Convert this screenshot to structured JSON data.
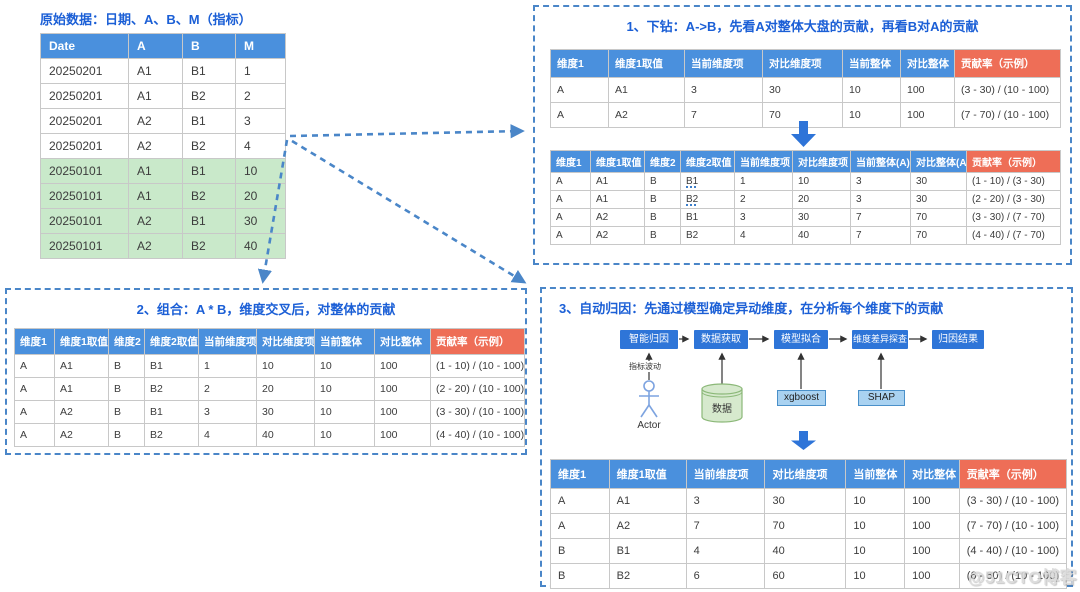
{
  "source": {
    "title": "原始数据：日期、A、B、M（指标）",
    "table": {
      "headers": [
        "Date",
        "A",
        "B",
        "M"
      ],
      "highlight_rows": [
        4,
        5,
        6,
        7
      ],
      "rows": [
        [
          "20250201",
          "A1",
          "B1",
          "1"
        ],
        [
          "20250201",
          "A1",
          "B2",
          "2"
        ],
        [
          "20250201",
          "A2",
          "B1",
          "3"
        ],
        [
          "20250201",
          "A2",
          "B2",
          "4"
        ],
        [
          "20250101",
          "A1",
          "B1",
          "10"
        ],
        [
          "20250101",
          "A1",
          "B2",
          "20"
        ],
        [
          "20250101",
          "A2",
          "B1",
          "30"
        ],
        [
          "20250101",
          "A2",
          "B2",
          "40"
        ]
      ]
    }
  },
  "section1": {
    "title": "1、下钻：A->B，先看A对整体大盘的贡献，再看B对A的贡献",
    "level1_table": {
      "headers": [
        "维度1",
        "维度1取值",
        "当前维度项",
        "对比维度项",
        "当前整体",
        "对比整体",
        "贡献率（示例）"
      ],
      "accent_cols": [
        6
      ],
      "rows": [
        [
          "A",
          "A1",
          "3",
          "30",
          "10",
          "100",
          "(3 - 30) / (10 - 100)"
        ],
        [
          "A",
          "A2",
          "7",
          "70",
          "10",
          "100",
          "(7 - 70) / (10 - 100)"
        ]
      ]
    },
    "level2_table": {
      "headers": [
        "维度1",
        "维度1取值",
        "维度2",
        "维度2取值",
        "当前维度项",
        "对比维度项",
        "当前整体(A)",
        "对比整体(A)",
        "贡献率（示例）"
      ],
      "accent_cols": [
        8
      ],
      "underline_cells": [
        [
          0,
          3
        ],
        [
          1,
          3
        ]
      ],
      "rows": [
        [
          "A",
          "A1",
          "B",
          "B1",
          "1",
          "10",
          "3",
          "30",
          "(1 - 10) / (3 - 30)"
        ],
        [
          "A",
          "A1",
          "B",
          "B2",
          "2",
          "20",
          "3",
          "30",
          "(2 - 20) / (3 - 30)"
        ],
        [
          "A",
          "A2",
          "B",
          "B1",
          "3",
          "30",
          "7",
          "70",
          "(3 - 30) / (7 - 70)"
        ],
        [
          "A",
          "A2",
          "B",
          "B2",
          "4",
          "40",
          "7",
          "70",
          "(4 - 40) / (7 - 70)"
        ]
      ]
    }
  },
  "section2": {
    "title": "2、组合：A * B，维度交叉后，对整体的贡献",
    "table": {
      "headers": [
        "维度1",
        "维度1取值",
        "维度2",
        "维度2取值",
        "当前维度项",
        "对比维度项",
        "当前整体",
        "对比整体",
        "贡献率（示例）"
      ],
      "accent_cols": [
        8
      ],
      "rows": [
        [
          "A",
          "A1",
          "B",
          "B1",
          "1",
          "10",
          "10",
          "100",
          "(1 - 10) / (10 - 100)"
        ],
        [
          "A",
          "A1",
          "B",
          "B2",
          "2",
          "20",
          "10",
          "100",
          "(2 - 20) / (10 - 100)"
        ],
        [
          "A",
          "A2",
          "B",
          "B1",
          "3",
          "30",
          "10",
          "100",
          "(3 - 30) / (10 - 100)"
        ],
        [
          "A",
          "A2",
          "B",
          "B2",
          "4",
          "40",
          "10",
          "100",
          "(4 - 40) / (10 - 100)"
        ]
      ]
    }
  },
  "section3": {
    "title": "3、自动归因：先通过模型确定异动维度，在分析每个维度下的贡献",
    "flow": {
      "nodes": [
        "智能归因",
        "数据获取",
        "模型拟合",
        "维度差异探查",
        "归因结果"
      ],
      "trigger_label": "指标波动",
      "actor_label": "Actor",
      "database_label": "数据",
      "model_box": "xgboost",
      "explain_box": "SHAP"
    },
    "table": {
      "headers": [
        "维度1",
        "维度1取值",
        "当前维度项",
        "对比维度项",
        "当前整体",
        "对比整体",
        "贡献率（示例）"
      ],
      "accent_cols": [
        6
      ],
      "rows": [
        [
          "A",
          "A1",
          "3",
          "30",
          "10",
          "100",
          "(3 - 30) / (10 - 100)"
        ],
        [
          "A",
          "A2",
          "7",
          "70",
          "10",
          "100",
          "(7 - 70) / (10 - 100)"
        ],
        [
          "B",
          "B1",
          "4",
          "40",
          "10",
          "100",
          "(4 - 40) / (10 - 100)"
        ],
        [
          "B",
          "B2",
          "6",
          "60",
          "10",
          "100",
          "(6 - 60) / (10 - 100)"
        ]
      ]
    }
  },
  "watermark": "@51CTO博客",
  "colors": {
    "title_blue": "#1b5fd6",
    "table_header_blue": "#4a90dd",
    "accent_red": "#ee6e57",
    "highlight_green": "#c9e9ca",
    "flow_node_blue": "#2e75d8",
    "light_blue_box": "#a9d2f1",
    "dashed_blue": "#4a86c8"
  }
}
